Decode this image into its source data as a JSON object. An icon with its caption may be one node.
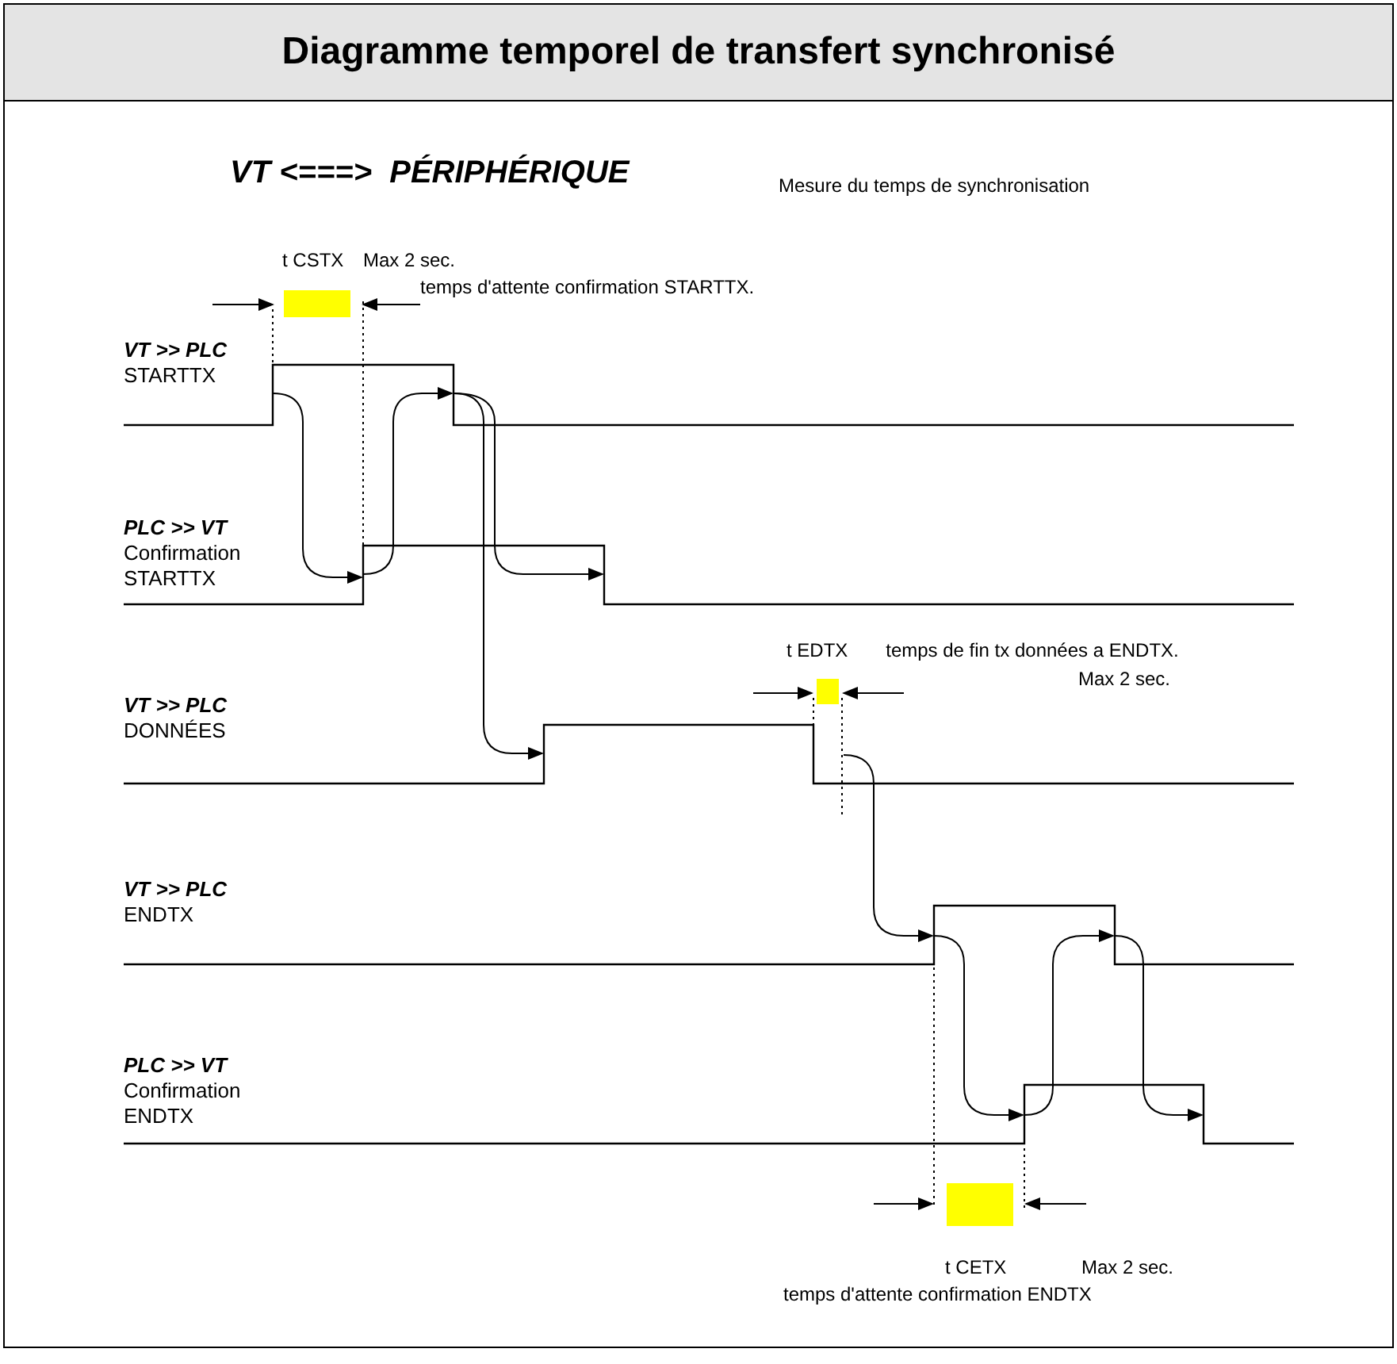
{
  "diagram": {
    "title": "Diagramme temporel de transfert synchronisé",
    "labels": [
      "VT <===>  PÉRIPHÉRIQUE",
      "Mesure du temps de synchronisation",
      "t CSTX",
      "Max 2 sec.",
      "temps d'attente confirmation STARTTX.",
      "VT >> PLC",
      "STARTTX",
      "PLC >> VT",
      "Confirmation STARTTX",
      "t EDTX",
      "temps de fin tx données a ENDTX.",
      "Max 2 sec.",
      "VT >> PLC",
      "DONNÉES",
      "VT >> PLC",
      "ENDTX",
      "PLC >> VT",
      "Confirmation ENDTX",
      "t CETX",
      "Max 2 sec.",
      "temps d'attente confirmation ENDTX"
    ]
  }
}
